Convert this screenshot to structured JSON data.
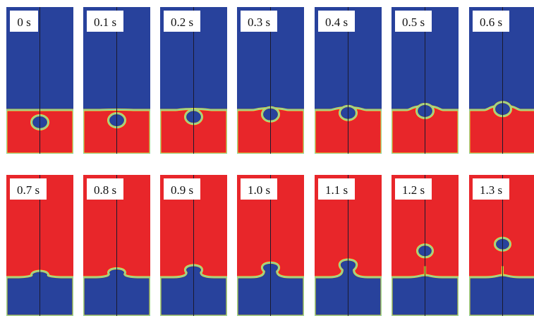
{
  "colors": {
    "upper_fluid_row1": "#28429c",
    "lower_fluid_row1": "#e8262a",
    "upper_fluid_row2": "#e8262a",
    "lower_fluid_row2": "#28429c",
    "interface_yellow": "#f2e030",
    "interface_cyan": "#4cc8e0",
    "axis_line": "#1a1a2e",
    "label_bg": "#ffffff",
    "label_text": "#111111"
  },
  "rows": [
    {
      "panels": [
        {
          "label": "0 s",
          "phase": "bubble",
          "bubble_depth": 0.62,
          "bubble_size": 1.0,
          "bulge": 0.0
        },
        {
          "label": "0.1 s",
          "phase": "bubble",
          "bubble_depth": 0.52,
          "bubble_size": 1.0,
          "bulge": 0.05
        },
        {
          "label": "0.2 s",
          "phase": "bubble",
          "bubble_depth": 0.35,
          "bubble_size": 1.0,
          "bulge": 0.15
        },
        {
          "label": "0.3 s",
          "phase": "bubble",
          "bubble_depth": 0.22,
          "bubble_size": 1.0,
          "bulge": 0.25
        },
        {
          "label": "0.4 s",
          "phase": "bubble",
          "bubble_depth": 0.15,
          "bubble_size": 1.0,
          "bulge": 0.35
        },
        {
          "label": "0.5 s",
          "phase": "bubble",
          "bubble_depth": 0.05,
          "bubble_size": 1.0,
          "bulge": 0.55
        },
        {
          "label": "0.6 s",
          "phase": "bubble",
          "bubble_depth": -0.05,
          "bubble_size": 1.0,
          "bulge": 0.6
        }
      ]
    },
    {
      "panels": [
        {
          "label": "0.7 s",
          "phase": "dome",
          "dome_height": 0.35,
          "neck": 0.0
        },
        {
          "label": "0.8 s",
          "phase": "dome",
          "dome_height": 0.6,
          "neck": 0.15
        },
        {
          "label": "0.9 s",
          "phase": "dome",
          "dome_height": 0.9,
          "neck": 0.35
        },
        {
          "label": "1.0 s",
          "phase": "dome",
          "dome_height": 1.15,
          "neck": 0.55
        },
        {
          "label": "1.1 s",
          "phase": "dome",
          "dome_height": 1.45,
          "neck": 0.75
        },
        {
          "label": "1.2 s",
          "phase": "detached",
          "drop_rise": 1.55,
          "stem": 0.6
        },
        {
          "label": "1.3 s",
          "phase": "detached",
          "drop_rise": 1.95,
          "stem": 0.6
        }
      ]
    }
  ]
}
